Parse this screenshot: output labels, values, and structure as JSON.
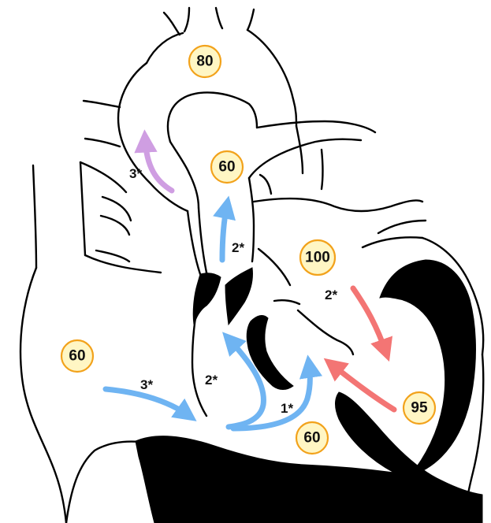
{
  "colors": {
    "deoxygenated": "#6fb4f2",
    "oxygenated": "#f37574",
    "mixed": "#cf9ee2",
    "badge_fill": "#fff6c4",
    "badge_stroke": "#f2a21b"
  },
  "saturations": {
    "aorta": "80",
    "pulmonary_artery": "60",
    "pulmonary_veins": "100",
    "vena_cava": "60",
    "left_ventricle": "95",
    "right_ventricle": "60"
  },
  "flow_labels": {
    "aortic_flow": "3*",
    "pulmonary_outflow": "2*",
    "mitral_inflow": "2*",
    "venous_return": "3*",
    "right_outflow": "2*",
    "septal_shunt": "1*"
  }
}
